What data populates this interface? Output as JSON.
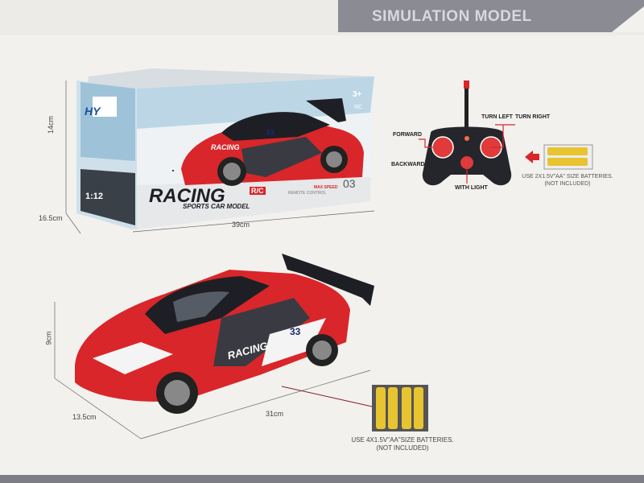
{
  "banner": {
    "title": "SIMULATION MODEL"
  },
  "box": {
    "brand_logo": "HY",
    "title": "RACING",
    "title_badge": "R/C",
    "subtitle": "SPORTS CAR MODEL",
    "scale": "1:12",
    "age": "3+",
    "rc_mark": "RC",
    "model_no": "03",
    "max_speed": "MAX SPEED",
    "remote_control": "REMOTE CONTROL",
    "car_decal": "RACING",
    "car_number": "33",
    "dimensions": {
      "height": "14cm",
      "depth": "16.5cm",
      "length": "39cm"
    }
  },
  "controller": {
    "labels": {
      "forward": "FORWARD",
      "backward": "BACKWARD",
      "turn_left": "TURN LEFT",
      "turn_right": "TURN RIGHT",
      "with_light": "WITH LIGHT"
    },
    "battery_note_line1": "USE 2X1.5V\"AA\" SIZE BATTERIES.",
    "battery_note_line2": "(NOT INCLUDED)"
  },
  "car": {
    "decal": "RACING",
    "number": "33",
    "dimensions": {
      "height": "9cm",
      "width": "13.5cm",
      "length": "31cm"
    },
    "battery_note_line1": "USE 4X1.5V\"AA\"SIZE BATTERIES.",
    "battery_note_line2": "(NOT INCLUDED)"
  },
  "colors": {
    "banner": "#8a8b93",
    "car_red": "#d9262a",
    "car_black": "#1e1f24",
    "battery_yellow": "#e8c430"
  }
}
